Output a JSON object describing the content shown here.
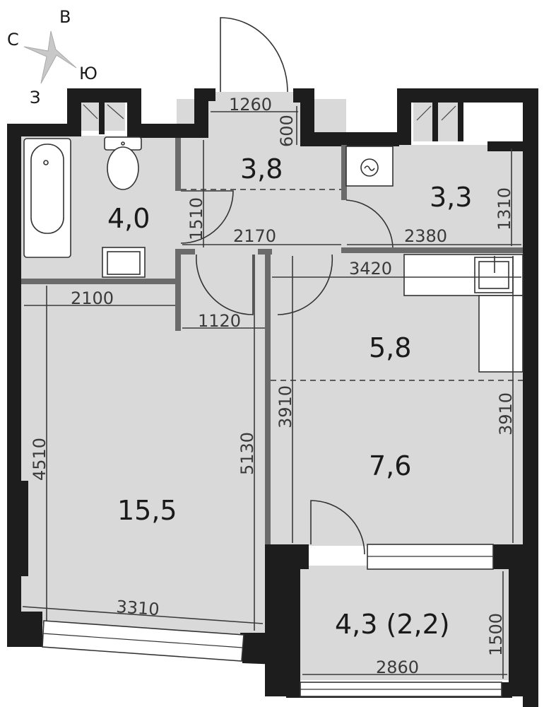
{
  "compass": {
    "north": "С",
    "east": "В",
    "south": "Ю",
    "west": "З"
  },
  "rooms": {
    "bathroom": "4,0",
    "hall": "3,8",
    "wardrobe": "3,3",
    "living": "15,5",
    "kitchen": "5,8",
    "dining": "7,6",
    "balcony": "4,3 (2,2)"
  },
  "dimensions": {
    "entry_width": "1260",
    "entry_depth": "600",
    "hall_height": "1510",
    "hall_width": "2170",
    "wardrobe_width": "2380",
    "wardrobe_height": "1310",
    "bath_width": "2100",
    "corridor_width": "1120",
    "kitchen_width": "3420",
    "living_height_left": "4510",
    "living_height_right": "5130",
    "kitchen_height_left": "3910",
    "kitchen_height_right": "3910",
    "living_width": "3310",
    "balcony_height": "1500",
    "balcony_width": "2860"
  },
  "colors": {
    "wall": "#1d1d1d",
    "floor": "#d9d9d9",
    "partition": "#6b6b6b"
  }
}
